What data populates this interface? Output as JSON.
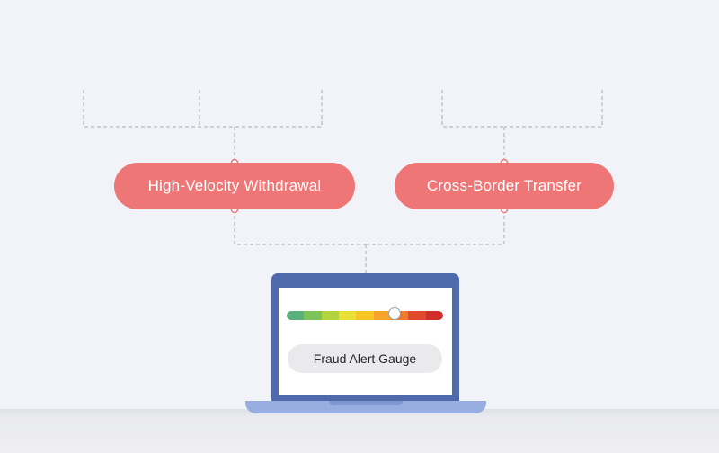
{
  "nodes": {
    "left": {
      "label": "High-Velocity Withdrawal"
    },
    "right": {
      "label": "Cross-Border Transfer"
    }
  },
  "device": {
    "label": "Fraud Alert Gauge",
    "gauge": {
      "level": 0.69,
      "colors": [
        "#58b07a",
        "#7cc35a",
        "#b3d43f",
        "#e8df35",
        "#f6c522",
        "#f4a52a",
        "#ef7a2c",
        "#e14a2c",
        "#cf2f2a"
      ]
    }
  },
  "colors": {
    "background": "#f2f3f8",
    "pill": "#ef7676",
    "connector": "#b9bcc4",
    "laptop": "#4e6aaa"
  }
}
